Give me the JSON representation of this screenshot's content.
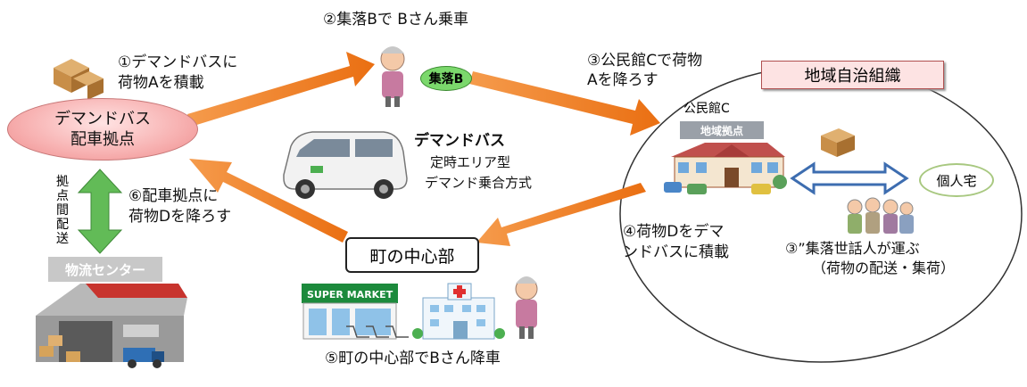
{
  "diagram": {
    "hub_line1": "デマンドバス",
    "hub_line2": "配車拠点",
    "step1_line1": "①デマンドバスに",
    "step1_line2": "荷物Aを積載",
    "step2": "②集落Bで Bさん乗車",
    "village_b": "集落B",
    "step3_line1": "③公民館Cで荷物",
    "step3_line2": "Aを降ろす",
    "region_org": "地域自治組織",
    "kominkan": "公民館C",
    "chiiki_kyoten": "地域拠点",
    "individual_house": "個人宅",
    "bus_title": "デマンドバス",
    "bus_line1": "定時エリア型",
    "bus_line2": "デマンド乗合方式",
    "step6_line1": "⑥配車拠点に",
    "step6_line2": "荷物Dを降ろす",
    "step4_line1": "④荷物Dをデマ",
    "step4_line2": "ンドバスに積載",
    "step3b_line1": "③”集落世話人が運ぶ",
    "step3b_line2": "（荷物の配送・集荷）",
    "town_center": "町の中心部",
    "step5": "⑤町の中心部でBさん降車",
    "vertical_label": "拠点間配送",
    "logistics_center": "物流センター",
    "supermarket_sign": "SUPER MARKET",
    "colors": {
      "orange_arrow": "#f07f1e",
      "blue_arrow": "#3d6db0",
      "green_arrow": "#5cb85c"
    }
  }
}
